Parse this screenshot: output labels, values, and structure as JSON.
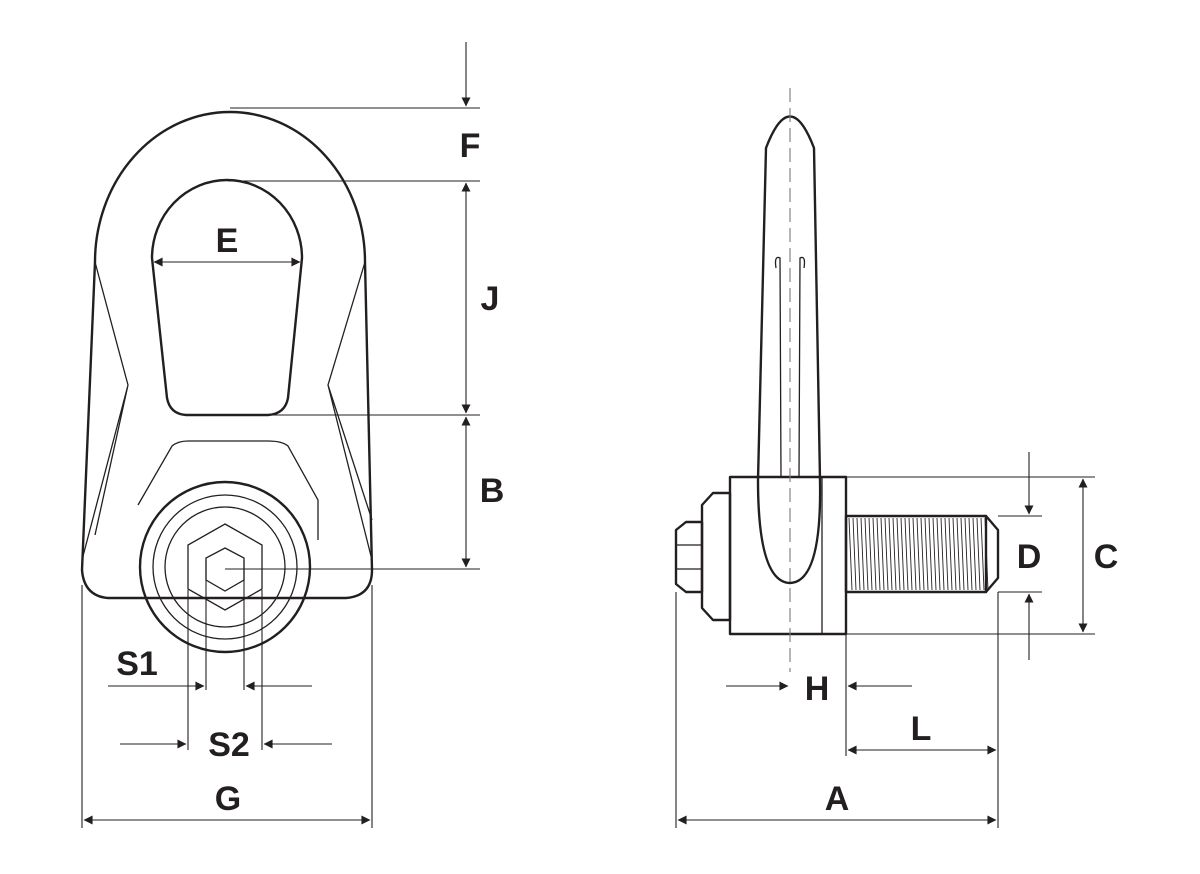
{
  "labels": {
    "E": "E",
    "F": "F",
    "J": "J",
    "B": "B",
    "S1": "S1",
    "S2": "S2",
    "G": "G",
    "C": "C",
    "D": "D",
    "H": "H",
    "L": "L",
    "A": "A"
  },
  "colors": {
    "line": "#231f20",
    "background": "#ffffff"
  }
}
